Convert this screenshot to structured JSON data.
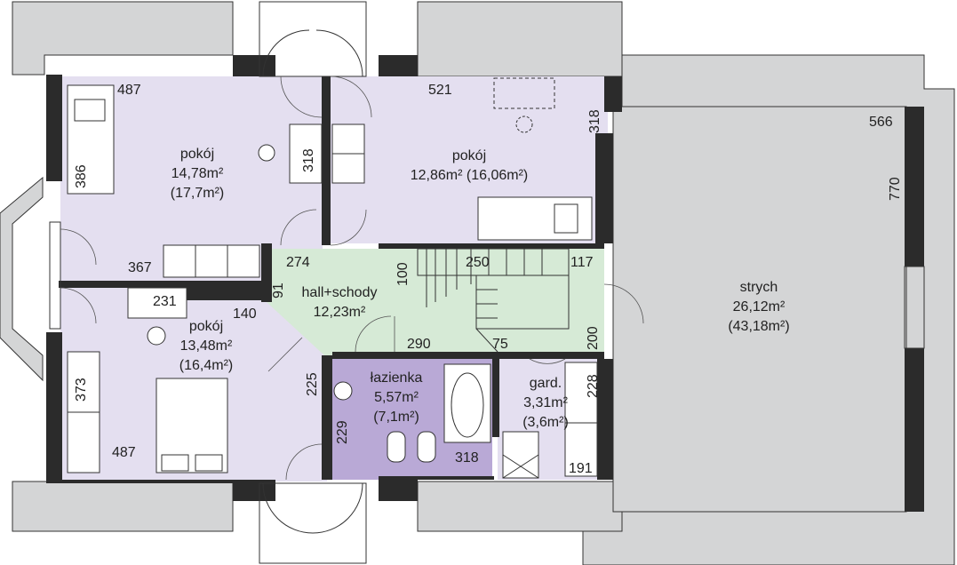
{
  "rooms": {
    "bedroom_top_left": {
      "name": "pokój",
      "area": "14,78m²",
      "gross": "(17,7m²)"
    },
    "bedroom_top_right": {
      "name": "pokój",
      "area": "12,86m² (16,06m²)"
    },
    "bedroom_bottom_left": {
      "name": "pokój",
      "area": "13,48m²",
      "gross": "(16,4m²)"
    },
    "hall": {
      "name": "hall+schody",
      "area": "12,23m²"
    },
    "bathroom": {
      "name": "łazienka",
      "area": "5,57m²",
      "gross": "(7,1m²)"
    },
    "wardrobe": {
      "name": "gard.",
      "area": "3,31m²",
      "gross": "(3,6m²)"
    },
    "attic": {
      "name": "strych",
      "area": "26,12m²",
      "gross": "(43,18m²)"
    }
  },
  "dimensions": {
    "d487_top": "487",
    "d386": "386",
    "d318_mid": "318",
    "d521": "521",
    "d318_right": "318",
    "d566": "566",
    "d770": "770",
    "d367": "367",
    "d274": "274",
    "d100": "100",
    "d250": "250",
    "d117": "117",
    "d91": "91",
    "d231": "231",
    "d140": "140",
    "d290": "290",
    "d75": "75",
    "d200": "200",
    "d373": "373",
    "d225": "225",
    "d228": "228",
    "d229": "229",
    "d318_bath": "318",
    "d191": "191",
    "d487_bottom": "487"
  },
  "colors": {
    "bedroom": "#e4dff0",
    "hall": "#d6ead6",
    "bathroom": "#b9a9d6",
    "attic": "#d4d5d6",
    "wall": "#2b2b2b"
  }
}
